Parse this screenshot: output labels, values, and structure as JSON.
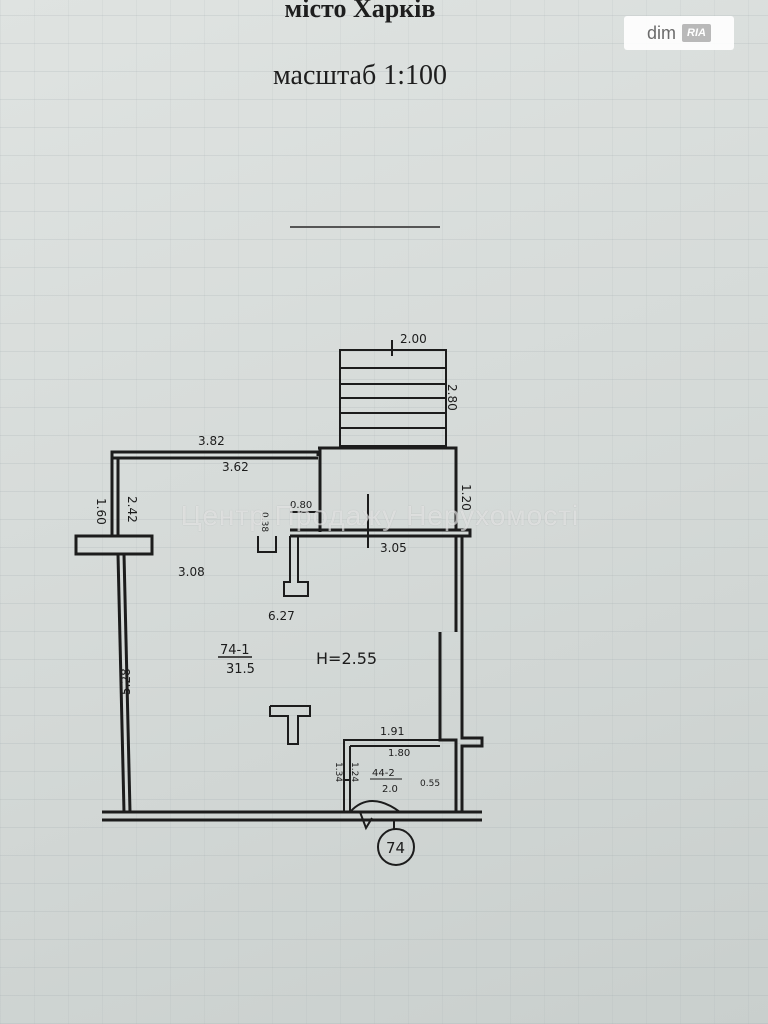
{
  "header": {
    "city": "місто Харків",
    "scale": "масштаб 1:100"
  },
  "logo": {
    "brand": "dim",
    "sub": "RIA"
  },
  "watermark": {
    "text": "Центр Продажу Нерухомості"
  },
  "plan": {
    "dimensions": {
      "stair_width": "2.00",
      "stair_length": "2.80",
      "top_outer": "3.82",
      "top_inner": "3.62",
      "left_outer": "1.60",
      "left_inner": "2.42",
      "step_width": "0.80",
      "step_small": "0.38",
      "corridor": "3.05",
      "right_side": "1.20",
      "room_inner_width": "3.08",
      "room_length": "6.27",
      "left_wall": "5.28",
      "closet_top": "1.91",
      "closet_inner": "1.80",
      "closet_left_outer": "1.34",
      "closet_left_inner": "1.24",
      "closet_small": "0.55"
    },
    "rooms": {
      "main_number": "74-1",
      "main_area": "31.5",
      "ceiling_height": "H=2.55",
      "closet_number": "44-2",
      "closet_area": "2.0"
    },
    "entrance_marker": "74"
  },
  "colors": {
    "ink": "#1c1c1c",
    "paper": "#d6dbd8"
  }
}
